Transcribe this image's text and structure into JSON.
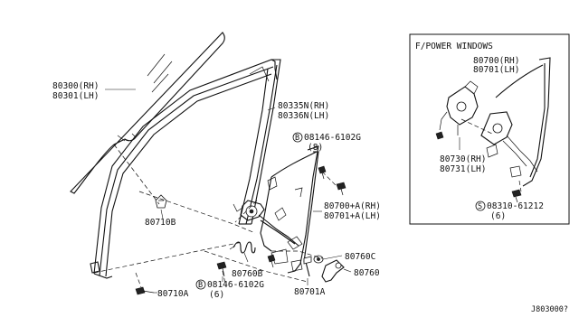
{
  "labels": {
    "glass_rh": "80300(RH)",
    "glass_lh": "80301(LH)",
    "sash_rh": "80335N(RH)",
    "sash_lh": "80336N(LH)",
    "bolt_top_code": "08146-6102G",
    "bolt_top_qty": "(8)",
    "clip": "80710B",
    "regulator_rh": "80700+A(RH)",
    "regulator_lh": "80701+A(LH)",
    "part_80760c": "80760C",
    "part_80760": "80760",
    "part_80760b": "80760B",
    "part_80701a": "80701A",
    "bolt_bottom_code": "08146-6102G",
    "bolt_bottom_qty": "(6)",
    "part_80710a": "80710A",
    "bolt_prefix": "B",
    "screw_prefix": "S"
  },
  "inset": {
    "title": "F/POWER WINDOWS",
    "regulator_rh": "80700(RH)",
    "regulator_lh": "80701(LH)",
    "motor_rh": "80730(RH)",
    "motor_lh": "80731(LH)",
    "screw_code": "08310-61212",
    "screw_qty": "(6)"
  },
  "diagram_code": "J803000?"
}
